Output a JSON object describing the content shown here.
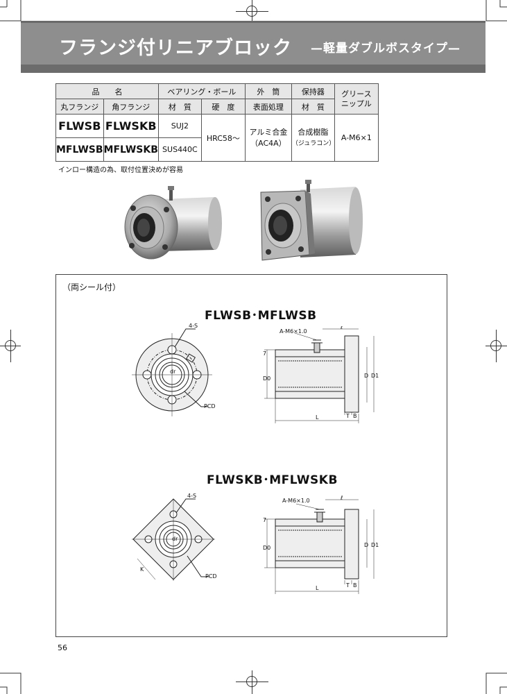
{
  "header": {
    "title": "フランジ付リニアブロック",
    "subtitle": "—軽量ダブルボスタイプ—"
  },
  "table": {
    "h_product": "品　　名",
    "h_bearing_ball": "ベアリング・ボール",
    "h_outer": "外　筒",
    "h_retainer": "保持器",
    "h_grease": "グリース\nニップル",
    "h_round": "丸フランジ",
    "h_square": "角フランジ",
    "h_material1": "材　質",
    "h_hardness": "硬　度",
    "h_surface": "表面処理",
    "h_material2": "材　質",
    "r1_round": "FLWSB",
    "r1_square": "FLWSKB",
    "r1_material": "SUJ2",
    "r2_round": "MFLWSB",
    "r2_square": "MFLWSKB",
    "r2_material": "SUS440C",
    "hardness": "HRC58～",
    "surface_1": "アルミ合金",
    "surface_2": "（AC4A）",
    "retainer_1": "合成樹脂",
    "retainer_2": "（ジュラコン）",
    "grease": "A-M6×1"
  },
  "note": "インロー構造の為、取付位置決めが容易",
  "drawing": {
    "frame_label": "（両シール付）",
    "round_title": "FLWSB･MFLWSB",
    "square_title": "FLWSKB･MFLWSKB",
    "labels": {
      "four_s": "4-S",
      "pcd": "PCD",
      "dr": "dr",
      "grease": "A-M6×1.0",
      "ell": "ℓ",
      "seven": "7",
      "d0": "D0",
      "d": "D",
      "d1": "D1",
      "l": "L",
      "t": "T",
      "b": "B",
      "k": "K"
    }
  },
  "page_number": "56"
}
